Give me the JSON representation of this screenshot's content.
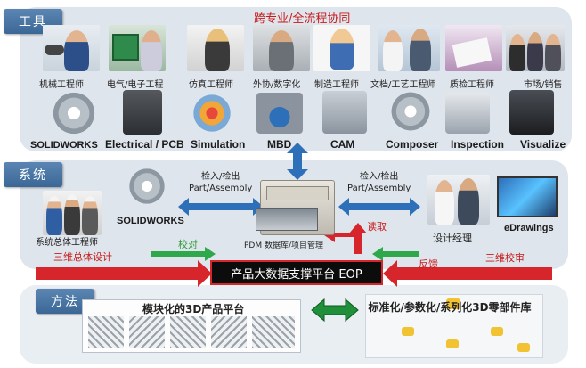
{
  "tags": {
    "tools": "工具",
    "system": "系统",
    "method": "方法"
  },
  "tools_header": "跨专业/全流程协同",
  "roles": [
    "机械工程师",
    "电气/电子工程",
    "仿真工程师",
    "外协/数字化",
    "制造工程师",
    "文档/工艺工程师",
    "质检工程师",
    "市场/销售"
  ],
  "tools": [
    "SOLIDWORKS",
    "Electrical / PCB",
    "Simulation",
    "MBD",
    "CAM",
    "Composer",
    "Inspection",
    "Visualize"
  ],
  "system": {
    "left_role": "系统总体工程师",
    "left_tool": "SOLIDWORKS",
    "left_design": "三维总体设计",
    "checkin_left": "检入/检出\nPart/Assembly",
    "checkin_right": "检入/检出\nPart/Assembly",
    "pdm": "PDM 数据库/项目管理",
    "read": "读取",
    "verify": "校对",
    "feedback": "反馈",
    "right_role": "设计经理",
    "right_tool": "eDrawings",
    "right_review": "三维校审"
  },
  "platform": "产品大数据支撑平台 EOP",
  "method": {
    "left": "模块化的3D产品平台",
    "right": "标准化/参数化/系列化3D零部件库"
  },
  "colors": {
    "blue_arrow": "#2d6fb8",
    "red_arrow": "#d6262b",
    "green_arrow": "#2ea84a",
    "panel": "#dfe5ec",
    "tag": "#3b6796"
  }
}
